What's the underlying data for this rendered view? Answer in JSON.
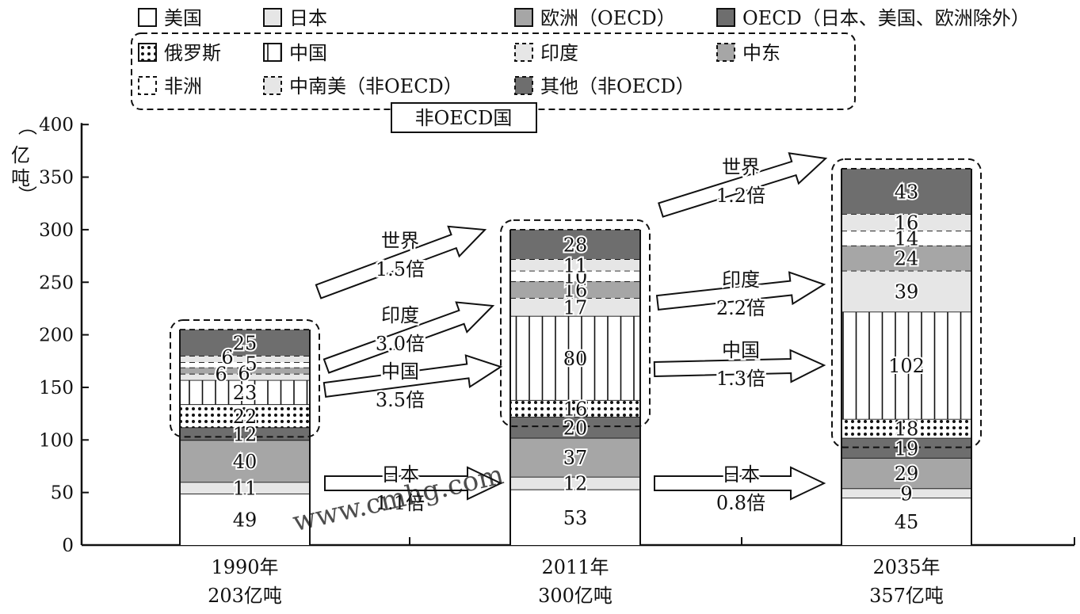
{
  "chart_data": {
    "type": "bar",
    "stacked": true,
    "ylabel": "（亿吨）",
    "ylim": [
      0,
      400
    ],
    "yticks": [
      0,
      50,
      100,
      150,
      200,
      250,
      300,
      350,
      400
    ],
    "grid": false,
    "legend_position": "top",
    "categories": [
      "1990年",
      "2011年",
      "2035年"
    ],
    "category_totals": [
      "203亿吨",
      "300亿吨",
      "357亿吨"
    ],
    "series": [
      {
        "name": "美国",
        "pattern": "white",
        "values": [
          49,
          53,
          45
        ]
      },
      {
        "name": "日本",
        "pattern": "light",
        "values": [
          11,
          12,
          9
        ]
      },
      {
        "name": "欧洲（OECD）",
        "pattern": "mid",
        "values": [
          40,
          37,
          29
        ]
      },
      {
        "name": "OECD（日本、美国、欧洲除外）",
        "pattern": "dark",
        "values": [
          12,
          20,
          19
        ]
      },
      {
        "name": "俄罗斯",
        "pattern": "dots",
        "values": [
          22,
          16,
          18
        ]
      },
      {
        "name": "中国",
        "pattern": "vlines",
        "values": [
          23,
          80,
          102
        ]
      },
      {
        "name": "印度",
        "pattern": "light-dashed",
        "values": [
          6,
          17,
          39
        ]
      },
      {
        "name": "中东",
        "pattern": "mid-dashed",
        "values": [
          6,
          16,
          24
        ]
      },
      {
        "name": "非洲",
        "pattern": "white-dashed",
        "values": [
          5,
          10,
          14
        ]
      },
      {
        "name": "中南美（非OECD）",
        "pattern": "light-dashed",
        "values": [
          6,
          11,
          16
        ]
      },
      {
        "name": "其他（非OECD）",
        "pattern": "dark-dashed",
        "values": [
          25,
          28,
          43
        ]
      }
    ],
    "value_labels": [
      [
        "49",
        "53",
        "45"
      ],
      [
        "11",
        "12",
        "9"
      ],
      [
        "40",
        "37",
        "29"
      ],
      [
        "12",
        "20",
        "19"
      ],
      [
        "22",
        "16",
        "18"
      ],
      [
        "23",
        "80",
        "102"
      ],
      [
        "6",
        "17",
        "39"
      ],
      [
        "6",
        "16",
        "24"
      ],
      [
        "5",
        "10",
        "14"
      ],
      [
        "6",
        "11",
        "16"
      ],
      [
        "25",
        "28",
        "43"
      ]
    ],
    "legend_group_label": "非OECD国",
    "annotations": [
      {
        "from": "1990年",
        "lines": [
          "世界",
          "1.5倍"
        ]
      },
      {
        "from": "1990年",
        "lines": [
          "印度",
          "3.0倍"
        ]
      },
      {
        "from": "1990年",
        "lines": [
          "中国",
          "3.5倍"
        ]
      },
      {
        "from": "1990年",
        "lines": [
          "日本",
          "1.1倍"
        ]
      },
      {
        "from": "2011年",
        "lines": [
          "世界",
          "1.2倍"
        ]
      },
      {
        "from": "2011年",
        "lines": [
          "印度",
          "2.2倍"
        ]
      },
      {
        "from": "2011年",
        "lines": [
          "中国",
          "1.3倍"
        ]
      },
      {
        "from": "2011年",
        "lines": [
          "日本",
          "0.8倍"
        ]
      }
    ]
  },
  "watermark": "www.cmhg.com"
}
